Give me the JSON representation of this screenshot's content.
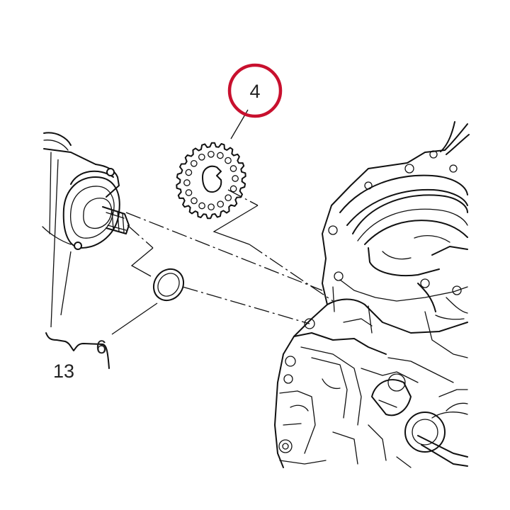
{
  "callouts": {
    "sprocket": "4",
    "oring": "6",
    "starter": "13"
  },
  "colors": {
    "highlight_circle": "#c8102e",
    "line": "#111111"
  }
}
